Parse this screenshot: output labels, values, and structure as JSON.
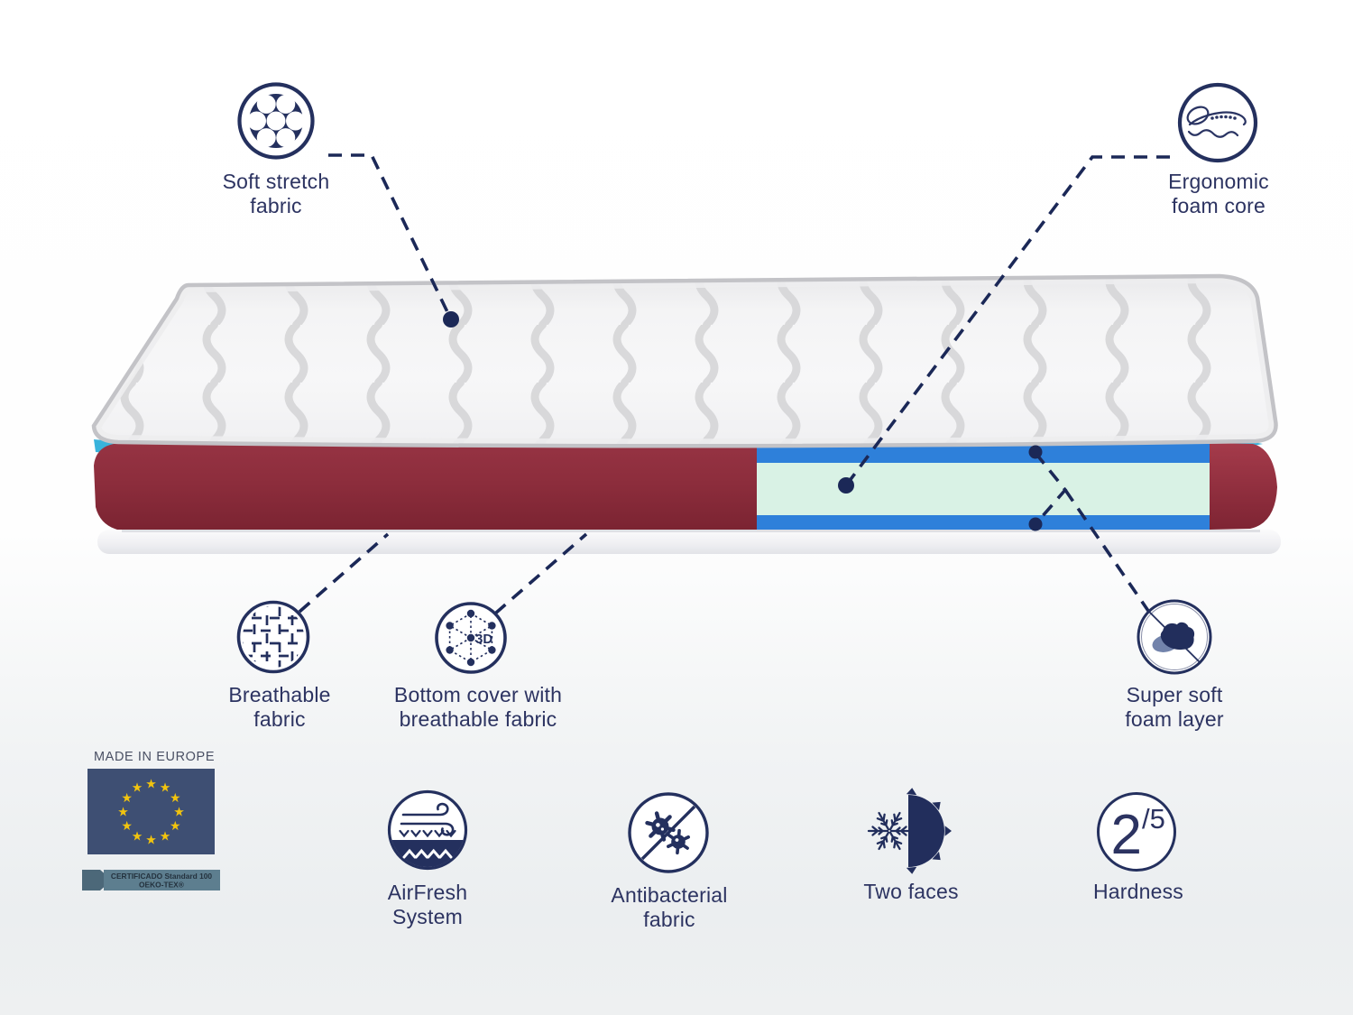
{
  "callouts": {
    "soft_stretch": {
      "line1": "Soft stretch",
      "line2": "fabric"
    },
    "ergonomic_core": {
      "line1": "Ergonomic",
      "line2": "foam core"
    },
    "breathable": {
      "line1": "Breathable",
      "line2": "fabric"
    },
    "bottom_cover": {
      "line1": "Bottom cover with",
      "line2": "breathable fabric",
      "icon_text": "3D"
    },
    "super_soft": {
      "line1": "Super soft",
      "line2": "foam layer"
    }
  },
  "features": {
    "airfresh": {
      "line1": "AirFresh",
      "line2": "System"
    },
    "antibacterial": {
      "line1": "Antibacterial",
      "line2": "fabric"
    },
    "two_faces": {
      "label": "Two faces"
    },
    "hardness": {
      "label": "Hardness",
      "value": "2",
      "scale": "/5"
    }
  },
  "certification": {
    "title": "MADE IN EUROPE",
    "ribbon_line1": "CERTIFICADO Standard 100",
    "ribbon_line2": "OEKO-TEX®",
    "star_glyph": "★"
  },
  "colors": {
    "accent_navy": "#24305e",
    "line_navy": "#1b2857",
    "text_navy": "#2c3361",
    "mattress_red": "#8c2d3c",
    "core_mint": "#d9f2e5",
    "foam_blue": "#2e80da",
    "cyan_trim": "#38b3dc",
    "flag_navy": "#3e4f73",
    "star_yellow": "#f2c40e",
    "ribbon_slate": "#5d7e8f"
  }
}
